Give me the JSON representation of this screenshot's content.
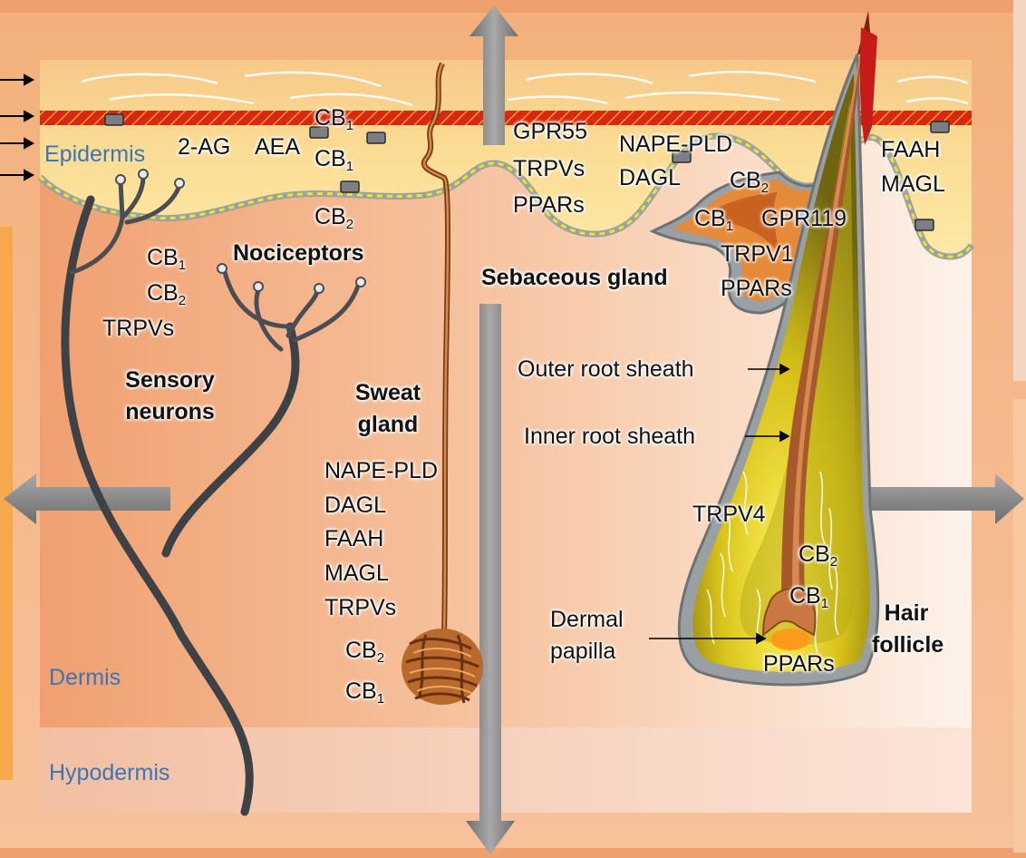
{
  "layers": {
    "epidermis": "Epidermis",
    "dermis": "Dermis",
    "hypodermis": "Hypodermis"
  },
  "epidermis_labels": {
    "two_ag": "2-AG",
    "aea": "AEA",
    "cb1_a": "CB",
    "cb1_a_sub": "1",
    "cb1_b": "CB",
    "cb1_b_sub": "1",
    "cb2": "CB",
    "cb2_sub": "2"
  },
  "sensory": {
    "cb1": "CB",
    "cb1_sub": "1",
    "cb2": "CB",
    "cb2_sub": "2",
    "trpvs": "TRPVs",
    "nociceptors": "Nociceptors",
    "title_line1": "Sensory",
    "title_line2": "neurons"
  },
  "sweat": {
    "title_line1": "Sweat",
    "title_line2": "gland",
    "items": [
      "NAPE-PLD",
      "DAGL",
      "FAAH",
      "MAGL",
      "TRPVs"
    ],
    "cb2": "CB",
    "cb2_sub": "2",
    "cb1": "CB",
    "cb1_sub": "1"
  },
  "center_labels": [
    "GPR55",
    "TRPVs",
    "PPARs"
  ],
  "sebaceous": {
    "nape": "NAPE-PLD",
    "dagl": "DAGL",
    "cb2": "CB",
    "cb2_sub": "2",
    "cb1": "CB",
    "cb1_sub": "1",
    "gpr119": "GPR119",
    "trpv1": "TRPV1",
    "pparps": "PPARs",
    "title": "Sebaceous gland"
  },
  "right_top": [
    "FAAH",
    "MAGL"
  ],
  "hair": {
    "outer": "Outer root sheath",
    "inner": "Inner root sheath",
    "trpv4": "TRPV4",
    "cb2": "CB",
    "cb2_sub": "2",
    "cb1": "CB",
    "cb1_sub": "1",
    "dermal_line1": "Dermal",
    "dermal_line2": "papilla",
    "pparps": "PPARs",
    "title_line1": "Hair",
    "title_line2": "follicle"
  }
}
